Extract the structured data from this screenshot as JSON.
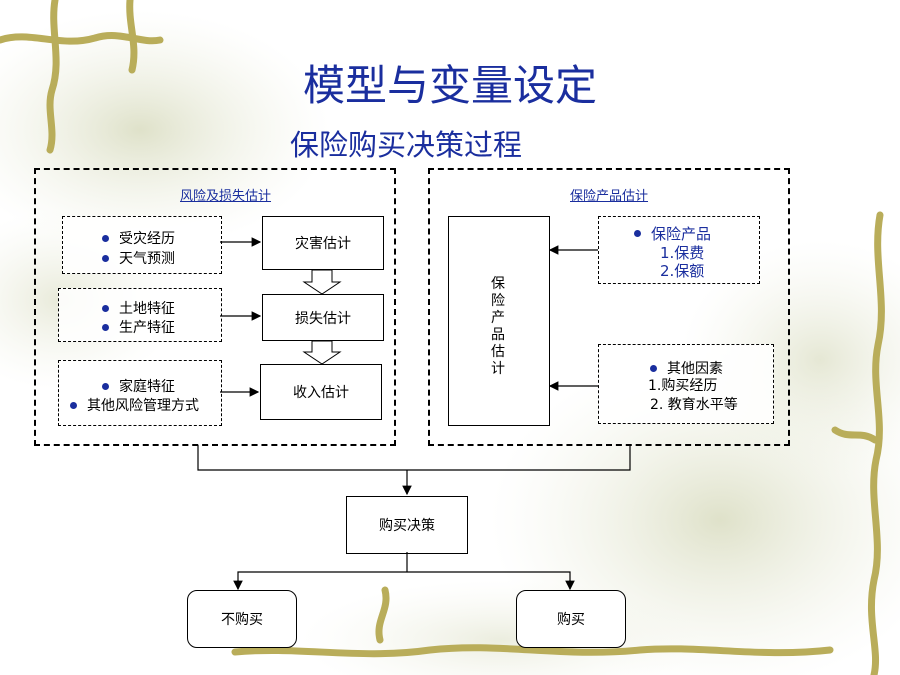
{
  "title": "模型与变量设定",
  "subtitle": "保险购买决策过程",
  "left_panel": {
    "title": "风险及损失估计",
    "groups": [
      {
        "items": [
          "受灾经历",
          "天气预测"
        ]
      },
      {
        "items": [
          "土地特征",
          "生产特征"
        ]
      },
      {
        "items": [
          "家庭特征",
          "其他风险管理方式"
        ]
      }
    ],
    "boxes": [
      "灾害估计",
      "损失估计",
      "收入估计"
    ]
  },
  "right_panel": {
    "title": "保险产品估计",
    "vertical_box": "保险产品估计",
    "product": {
      "heading": "保险产品",
      "items": [
        "1.保费",
        "2.保额"
      ]
    },
    "other": {
      "heading": "其他因素",
      "items": [
        "1.购买经历",
        "2. 教育水平等"
      ]
    }
  },
  "decision": "购买决策",
  "outcomes": [
    "不购买",
    "购买"
  ],
  "colors": {
    "title": "#1a2e9e",
    "bullet": "#1a2e9e",
    "vine": "#b9ad5a"
  }
}
